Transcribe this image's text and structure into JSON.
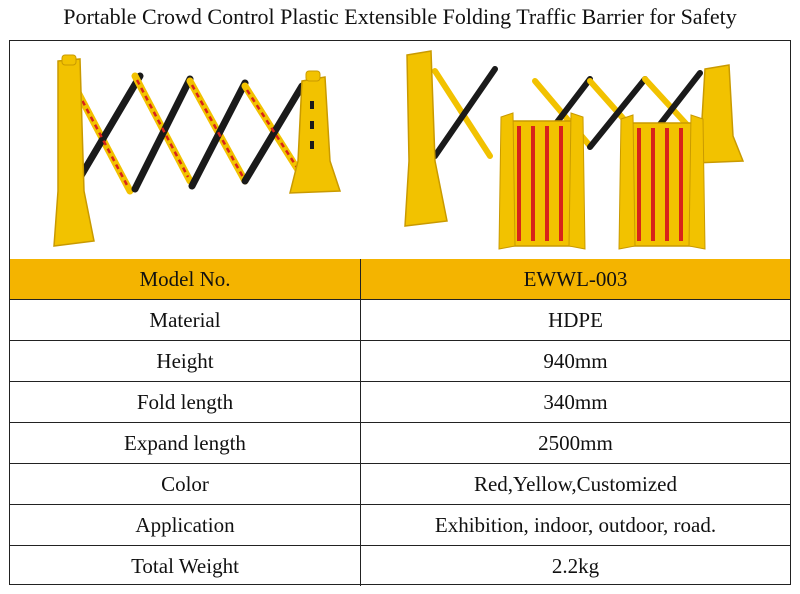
{
  "title": "Portable Crowd Control Plastic Extensible Folding Traffic Barrier for Safety",
  "colors": {
    "header_row": "#f4b400",
    "barrier_yellow": "#f2c200",
    "barrier_red": "#d8231a",
    "barrier_black": "#1a1a1a"
  },
  "images": [
    {
      "name": "expanded-barrier-photo"
    },
    {
      "name": "folded-and-expanded-barrier-photo"
    }
  ],
  "spec_table": {
    "header": {
      "label": "Model No.",
      "value": "EWWL-003"
    },
    "rows": [
      {
        "label": "Material",
        "value": "HDPE"
      },
      {
        "label": "Height",
        "value": "940mm"
      },
      {
        "label": "Fold length",
        "value": "340mm"
      },
      {
        "label": "Expand length",
        "value": "2500mm"
      },
      {
        "label": "Color",
        "value": "Red,Yellow,Customized"
      },
      {
        "label": "Application",
        "value": "Exhibition, indoor, outdoor, road."
      },
      {
        "label": "Total Weight",
        "value": "2.2kg"
      }
    ]
  }
}
